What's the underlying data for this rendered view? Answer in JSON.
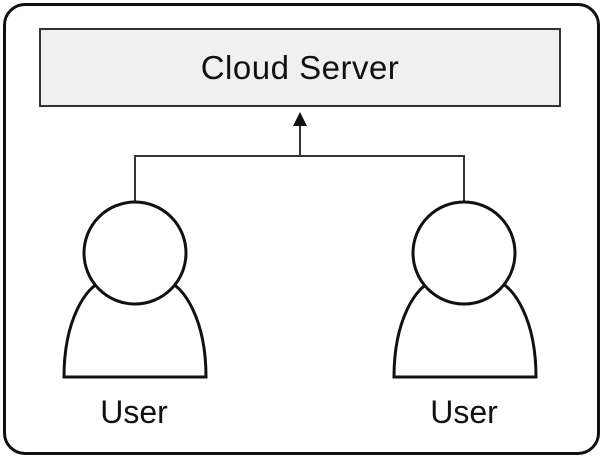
{
  "diagram": {
    "server": {
      "label": "Cloud Server"
    },
    "users": [
      {
        "label": "User"
      },
      {
        "label": "User"
      }
    ],
    "colors": {
      "stroke": "#111111",
      "server_fill": "#f0f0f0",
      "background": "#ffffff"
    },
    "icons": [
      "user-icon",
      "user-icon",
      "arrow-up-icon"
    ]
  }
}
